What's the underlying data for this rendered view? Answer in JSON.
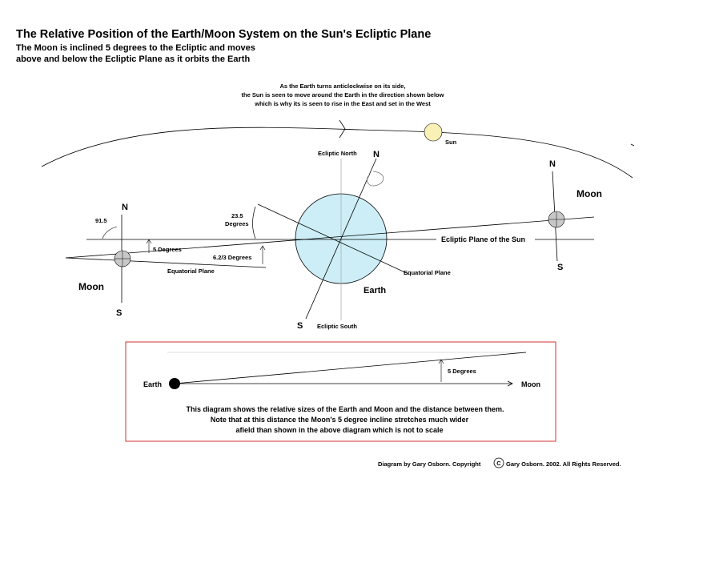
{
  "title": "The Relative Position of the Earth/Moon System on the Sun's Ecliptic Plane",
  "subtitle_lines": [
    "The Moon is inclined 5 degrees to the Ecliptic and moves",
    "above and below the Ecliptic Plane as it orbits the Earth"
  ],
  "sun_note_lines": [
    "As the Earth turns anticlockwise on its side,",
    "the Sun is seen to move around the Earth in the direction shown below",
    "which is why its is seen to rise in the East and set in the West"
  ],
  "labels": {
    "sun": "Sun",
    "ecliptic_north": "Ecliptic North",
    "ecliptic_south": "Ecliptic South",
    "ecliptic_plane": "Ecliptic Plane of the Sun",
    "equatorial_plane_right": "Equatorial Plane",
    "equatorial_plane_left": "Equatorial Plane",
    "earth": "Earth",
    "moon_left": "Moon",
    "moon_right": "Moon",
    "n": "N",
    "s": "S",
    "angle_91_5": "91.5",
    "angle_23_5_a": "23.5",
    "angle_23_5_b": "Degrees",
    "five_degrees": "5 Degrees",
    "six_two_thirds": "6.2/3 Degrees"
  },
  "inset": {
    "earth_label": "Earth",
    "moon_label": "Moon",
    "angle_label": "5 Degrees",
    "caption_lines": [
      "This diagram shows the relative sizes of the Earth and Moon and the distance between them.",
      "Note that at this distance the Moon's 5 degree incline stretches much wider",
      "afield than shown in the above diagram which is not to scale"
    ],
    "border_color": "#d03030"
  },
  "credit": {
    "left": "Diagram by Gary Osborn. Copyright",
    "symbol": "C",
    "right": "Gary Osborn. 2002. All Rights Reserved."
  },
  "colors": {
    "earth_fill": "#cdeef7",
    "sun_fill": "#f8f0b4",
    "moon_fill": "#c8c8c8"
  }
}
